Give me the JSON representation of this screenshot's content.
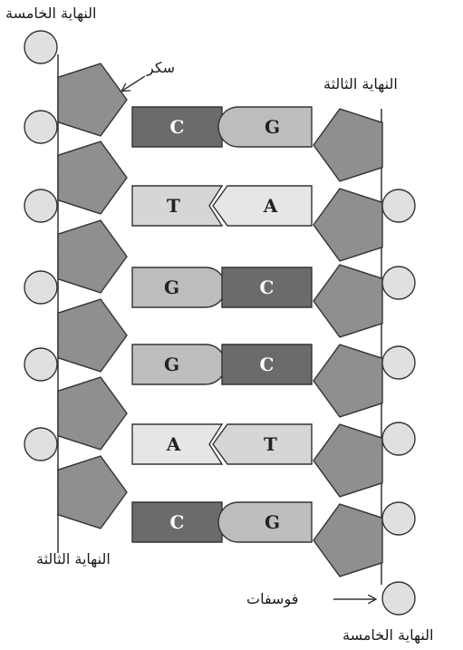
{
  "labels": {
    "five_prime_top": "النهاية الخامسة",
    "sugar": "سكر",
    "three_prime_top": "النهاية الثالثة",
    "three_prime_bottom": "النهاية الثالثة",
    "phosphate": "فوسفات",
    "five_prime_bottom": "النهاية الخامسة"
  },
  "base_pairs": [
    {
      "left": "C",
      "right": "G",
      "left_shape": "rect",
      "right_shape": "round"
    },
    {
      "left": "T",
      "right": "A",
      "left_shape": "notch",
      "right_shape": "point"
    },
    {
      "left": "G",
      "right": "C",
      "left_shape": "round",
      "right_shape": "rect"
    },
    {
      "left": "G",
      "right": "C",
      "left_shape": "round",
      "right_shape": "rect"
    },
    {
      "left": "A",
      "right": "T",
      "left_shape": "notch",
      "right_shape": "point"
    },
    {
      "left": "C",
      "right": "G",
      "left_shape": "rect",
      "right_shape": "round"
    }
  ],
  "colors": {
    "C": "#6b6b6b",
    "G": "#bdbdbd",
    "T": "#d6d6d6",
    "A": "#e6e6e6",
    "sugar": "#8f8f8f",
    "phosphate": "#e0e0e0",
    "outline": "#333333"
  }
}
